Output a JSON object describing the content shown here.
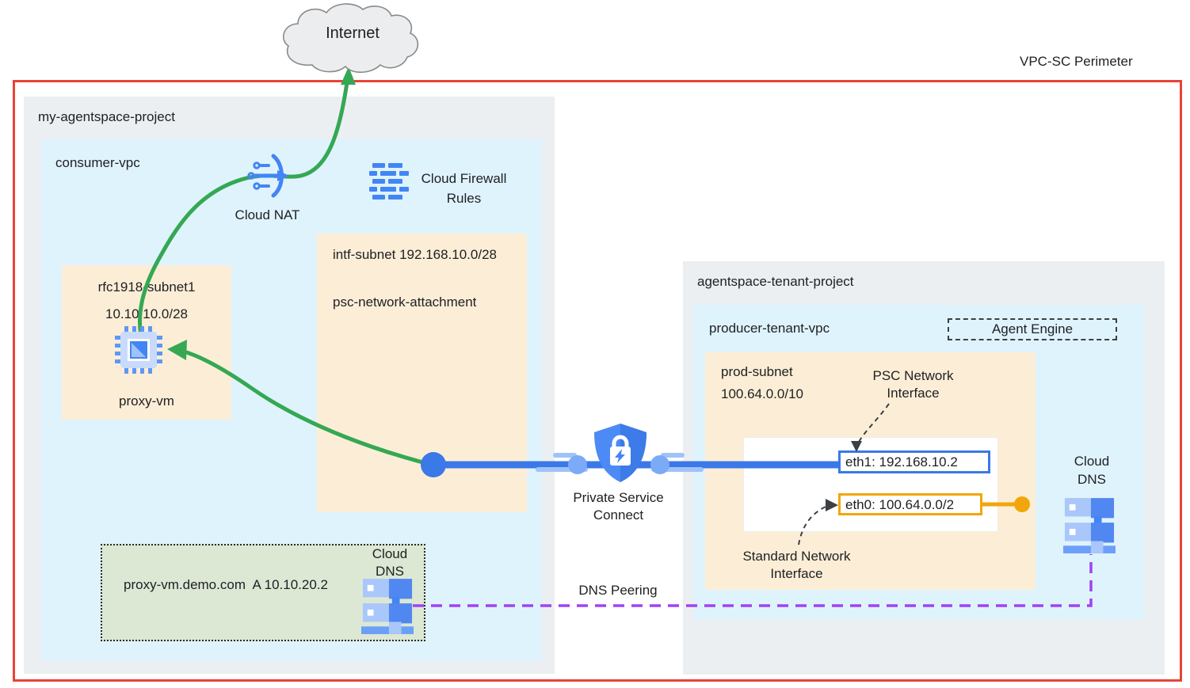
{
  "diagram": {
    "perimeter_label": "VPC-SC Perimeter",
    "internet_label": "Internet",
    "dns_peering_label": "DNS Peering",
    "psc": {
      "line1": "Private Service",
      "line2": "Connect"
    }
  },
  "consumer_project": {
    "title": "my-agentspace-project",
    "vpc_title": "consumer-vpc",
    "cloud_nat_label": "Cloud NAT",
    "firewall_label": {
      "line1": "Cloud Firewall",
      "line2": "Rules"
    },
    "intf_subnet": {
      "line1": "intf-subnet 192.168.10.0/28",
      "line2": "psc-network-attachment"
    },
    "rfc_subnet": {
      "name": "rfc1918-subnet1",
      "cidr": "10.10.10.0/28",
      "vm": "proxy-vm"
    },
    "dns_zone": {
      "record": "proxy-vm.demo.com  A 10.10.20.2",
      "dns_line1": "Cloud",
      "dns_line2": "DNS"
    }
  },
  "tenant_project": {
    "title": "agentspace-tenant-project",
    "vpc_title": "producer-tenant-vpc",
    "agent_engine_label": "Agent Engine",
    "prod_subnet": {
      "name": "prod-subnet",
      "cidr": "100.64.0.0/10"
    },
    "psc_nic": {
      "line1": "PSC Network",
      "line2": "Interface"
    },
    "std_nic": {
      "line1": "Standard Network",
      "line2": "Interface"
    },
    "eth1": "eth1: 192.168.10.2",
    "eth0": "eth0: 100.64.0.0/2",
    "dns": {
      "line1": "Cloud",
      "line2": "DNS"
    }
  },
  "colors": {
    "perimeter_red": "#E94335",
    "flow_green": "#34A853",
    "psc_blue": "#3B78E8",
    "interface_yellow": "#F2A60B",
    "dns_peering_purple": "#A142F4",
    "project_gray": "#ECEFF1",
    "vpc_blue": "#DFF3FD",
    "subnet_peach": "#FCEED6",
    "dns_zone_green": "#DCE8D4"
  }
}
